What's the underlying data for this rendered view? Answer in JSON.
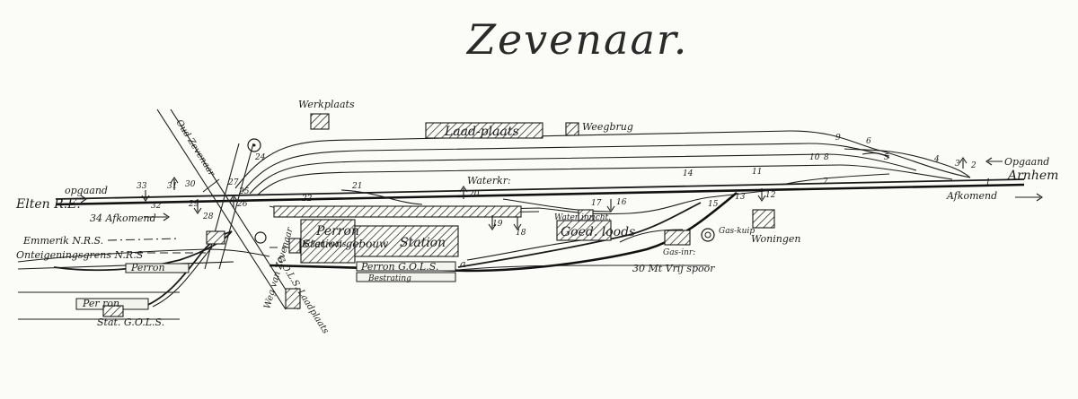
{
  "title": "Zevenaar.",
  "places": {
    "werkplaats": "Werkplaats",
    "laadplaats": "Laad-plaats",
    "weegbrug": "Weegbrug",
    "waterkr": "Waterkr:",
    "waterinricht": "Water inricht.",
    "perron": "Perron",
    "stationsgebouw": "Station gebouw",
    "station": "Station",
    "goederenloods": "Goed. loods",
    "gasinr": "Gas-inr:",
    "gaskuip": "Gas-kuip",
    "woningen": "Woningen",
    "kolenwals": "Kolen wals",
    "perron_golS": "Perron G.O.L.S.",
    "bestrating": "Bestrating",
    "perron_left": "Perron",
    "perron_lower": "Per ron",
    "stat_golS": "Stat. G.O.L.S.",
    "golS_laadplaats": "G.O.L.S. Laadplaats",
    "vrij_spoor": "30 Mt Vrij spoor",
    "a_mark": "a"
  },
  "directions": {
    "opgaand_left": "opgaand",
    "elten": "Elten R.E.",
    "afkomend_left": "34 Afkomend",
    "opgaand_right": "Opgaand",
    "arnhem": "Arnhem",
    "afkomend_right": "Afkomend"
  },
  "borders": {
    "emmerik": "Emmerik N.R.S.",
    "ontheiging": "Onteigeningsgrens N.R.S"
  },
  "roads": {
    "oud_zevenaar": "Oud Zevenaar",
    "weg_zevenaar": "Weg van Zevenaar"
  },
  "numbers": {
    "n1": "1",
    "n2": "2",
    "n3": "3",
    "n4": "4",
    "n5": "5",
    "n6": "6",
    "n7": "7",
    "n8": "8",
    "n9": "9",
    "n10": "10",
    "n11": "11",
    "n12": "12",
    "n13": "13",
    "n14": "14",
    "n15": "15",
    "n16": "16",
    "n17": "17",
    "n18": "18",
    "n19": "19",
    "n20": "20",
    "n21": "21",
    "n22": "22",
    "n24": "24",
    "n25": "25",
    "n26": "26",
    "n27": "27",
    "n28": "28",
    "n29": "29",
    "n30": "30",
    "n31": "31",
    "n32": "32",
    "n33": "33"
  },
  "colors": {
    "paper": "#fbfbf8",
    "ink": "#1c1c1c"
  }
}
